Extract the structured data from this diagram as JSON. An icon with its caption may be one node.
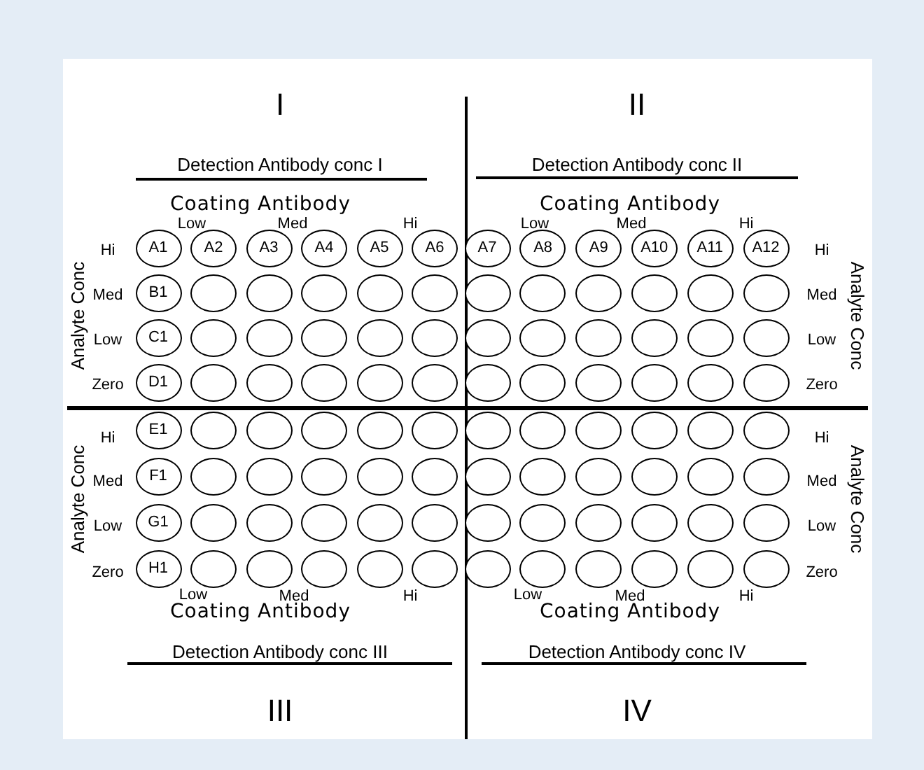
{
  "diagram": {
    "nodes": [
      {
        "text": [
          "A1"
        ]
      },
      {
        "text": [
          "A2"
        ]
      },
      {
        "text": [
          "A3"
        ]
      },
      {
        "text": [
          "A4"
        ]
      },
      {
        "text": [
          "A5"
        ]
      },
      {
        "text": [
          "A6"
        ]
      },
      {
        "text": [
          "A7"
        ]
      },
      {
        "text": [
          "A8"
        ]
      },
      {
        "text": [
          "A9"
        ]
      },
      {
        "text": [
          "A10"
        ]
      },
      {
        "text": [
          "A11"
        ]
      },
      {
        "text": [
          "A12"
        ]
      },
      {
        "text": [
          "B1"
        ]
      },
      {
        "text": [],
        "shape": "circle"
      },
      {
        "text": [],
        "shape": "circle"
      },
      {
        "text": [],
        "shape": "circle"
      },
      {
        "text": [],
        "shape": "circle"
      },
      {
        "text": [],
        "shape": "circle"
      },
      {
        "text": [],
        "shape": "circle"
      },
      {
        "text": [],
        "shape": "circle"
      },
      {
        "text": [],
        "shape": "circle"
      },
      {
        "text": [],
        "shape": "circle"
      },
      {
        "text": [],
        "shape": "circle"
      },
      {
        "text": [],
        "shape": "circle"
      },
      {
        "text": [
          "C1"
        ]
      },
      {
        "text": [],
        "shape": "circle"
      },
      {
        "text": [],
        "shape": "circle"
      },
      {
        "text": [],
        "shape": "circle"
      },
      {
        "text": [],
        "shape": "circle"
      },
      {
        "text": [],
        "shape": "circle"
      },
      {
        "text": [],
        "shape": "circle"
      },
      {
        "text": [],
        "shape": "circle"
      },
      {
        "text": [],
        "shape": "circle"
      },
      {
        "text": [],
        "shape": "circle"
      },
      {
        "text": [],
        "shape": "circle"
      },
      {
        "text": [],
        "shape": "circle"
      },
      {
        "text": [
          "D1"
        ]
      },
      {
        "text": [],
        "shape": "circle"
      },
      {
        "text": [],
        "shape": "circle"
      },
      {
        "text": [],
        "shape": "circle"
      },
      {
        "text": [],
        "shape": "circle"
      },
      {
        "text": [],
        "shape": "circle"
      },
      {
        "text": [],
        "shape": "circle"
      },
      {
        "text": [],
        "shape": "circle"
      },
      {
        "text": [],
        "shape": "circle"
      },
      {
        "text": [],
        "shape": "circle"
      },
      {
        "text": [],
        "shape": "circle"
      },
      {
        "text": [],
        "shape": "circle"
      },
      {
        "text": [
          "E1"
        ]
      },
      {
        "text": [],
        "shape": "circle"
      },
      {
        "text": [],
        "shape": "circle"
      },
      {
        "text": [],
        "shape": "circle"
      },
      {
        "text": [],
        "shape": "circle"
      },
      {
        "text": [],
        "shape": "circle"
      },
      {
        "text": [],
        "shape": "circle"
      },
      {
        "text": [],
        "shape": "circle"
      },
      {
        "text": [],
        "shape": "circle"
      },
      {
        "text": [],
        "shape": "circle"
      },
      {
        "text": [],
        "shape": "circle"
      },
      {
        "text": [],
        "shape": "circle"
      },
      {
        "text": [
          "F1"
        ]
      },
      {
        "text": [],
        "shape": "circle"
      },
      {
        "text": [],
        "shape": "circle"
      },
      {
        "text": [],
        "shape": "circle"
      },
      {
        "text": [],
        "shape": "circle"
      },
      {
        "text": [],
        "shape": "circle"
      },
      {
        "text": [],
        "shape": "circle"
      },
      {
        "text": [],
        "shape": "circle"
      },
      {
        "text": [],
        "shape": "circle"
      },
      {
        "text": [],
        "shape": "circle"
      },
      {
        "text": [],
        "shape": "circle"
      },
      {
        "text": [],
        "shape": "circle"
      },
      {
        "text": [
          "G1"
        ]
      },
      {
        "text": [],
        "shape": "circle"
      },
      {
        "text": [],
        "shape": "circle"
      },
      {
        "text": [],
        "shape": "circle"
      },
      {
        "text": [],
        "shape": "circle"
      },
      {
        "text": [],
        "shape": "circle"
      },
      {
        "text": [],
        "shape": "circle"
      },
      {
        "text": [],
        "shape": "circle"
      },
      {
        "text": [],
        "shape": "circle"
      },
      {
        "text": [],
        "shape": "circle"
      },
      {
        "text": [],
        "shape": "circle"
      },
      {
        "text": [],
        "shape": "circle"
      },
      {
        "text": [
          "H1"
        ]
      },
      {
        "text": [],
        "shape": "circle"
      },
      {
        "text": [],
        "shape": "circle"
      },
      {
        "text": [],
        "shape": "circle"
      },
      {
        "text": [],
        "shape": "circle"
      },
      {
        "text": [],
        "shape": "circle"
      },
      {
        "text": [],
        "shape": "circle"
      },
      {
        "text": [],
        "shape": "circle"
      },
      {
        "text": [],
        "shape": "circle"
      },
      {
        "text": [],
        "shape": "circle"
      },
      {
        "text": [],
        "shape": "circle"
      },
      {
        "text": [],
        "shape": "circle"
      }
    ],
    "labels": [
      "I",
      "II",
      "Detection Antibody conc I",
      "Detection Antibody conc II",
      "Coating Antibody",
      "Coating Antibody",
      "Low",
      "Med",
      "Hi",
      "Low",
      "Med",
      "Hi",
      "Analyte Conc",
      "Analyte Conc",
      "Hi",
      "Hi",
      "Med",
      "Med",
      "Low",
      "Low",
      "Zero",
      "Zero",
      "Analyte Conc",
      "Analyte Conc",
      "Hi",
      "Hi",
      "Med",
      "Med",
      "Low",
      "Low",
      "Zero",
      "Zero",
      "Low",
      "Med",
      "Hi",
      "Low",
      "Med",
      "Hi",
      "Coating Antibody",
      "Coating Antibody",
      "Detection Antibody conc III",
      "Detection Antibody conc IV",
      "III",
      "IV"
    ]
  }
}
